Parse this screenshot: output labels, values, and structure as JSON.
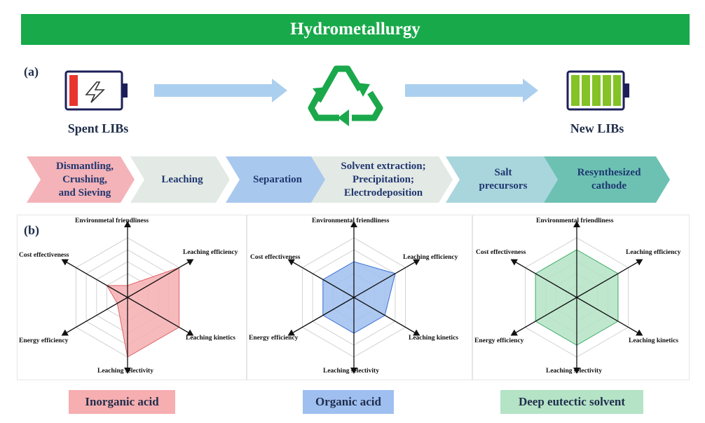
{
  "banner_title": "Hydrometallurgy",
  "label_a": "(a)",
  "label_b": "(b)",
  "spent_label": "Spent LIBs",
  "new_label": "New LIBs",
  "process_steps": [
    {
      "text": "Dismantling,\nCrushing,\nand Sieving",
      "color": "#f4b3b8"
    },
    {
      "text": "Leaching",
      "color": "#e3e9e4"
    },
    {
      "text": "Separation",
      "color": "#a9c8ee"
    },
    {
      "text": "Solvent extraction;\nPrecipitation;\nElectrodeposition",
      "color": "#e3e9e4"
    },
    {
      "text": "Salt\nprecursors",
      "color": "#a9d5dc"
    },
    {
      "text": "Resynthesized\ncathode",
      "color": "#6cc1b3"
    }
  ],
  "axis_labels": [
    "Environmetal friendliness",
    "Leaching efficiency",
    "Leaching kinetics",
    "Leaching selectivity",
    "Energy efficiency",
    "Cost effectiveness"
  ],
  "axis_labels_alt": [
    "Environmental friendliness",
    "Leaching efficiency",
    "Leaching kinetics",
    "Leaching selectivity",
    "Energy efficiency",
    "Cost effectiveness"
  ],
  "chart_data": [
    {
      "type": "radar",
      "name": "Inorganic acid",
      "axes": [
        "Environmetal friendliness",
        "Leaching efficiency",
        "Leaching kinetics",
        "Leaching selectivity",
        "Energy efficiency",
        "Cost effectiveness"
      ],
      "values": [
        1,
        5,
        5,
        5,
        1,
        2
      ],
      "max": 5,
      "fill": "#f6aeb0",
      "stroke": "#e06468"
    },
    {
      "type": "radar",
      "name": "Organic acid",
      "axes": [
        "Environmental friendliness",
        "Leaching efficiency",
        "Leaching kinetics",
        "Leaching selectivity",
        "Energy efficiency",
        "Cost effectiveness"
      ],
      "values": [
        3,
        4,
        3,
        3,
        3,
        3
      ],
      "max": 5,
      "fill": "#9fbff0",
      "stroke": "#3a6fd6"
    },
    {
      "type": "radar",
      "name": "Deep eutectic solvent",
      "axes": [
        "Environmental friendliness",
        "Leaching efficiency",
        "Leaching kinetics",
        "Leaching selectivity",
        "Energy efficiency",
        "Cost effectiveness"
      ],
      "values": [
        4,
        4,
        4,
        4,
        4,
        4
      ],
      "max": 5,
      "fill": "#b4e3c6",
      "stroke": "#3fae67"
    }
  ],
  "bottom_labels": [
    {
      "text": "Inorganic acid",
      "color": "#f6aeb0"
    },
    {
      "text": "Organic acid",
      "color": "#9fbff0"
    },
    {
      "text": "Deep eutectic solvent",
      "color": "#b4e3c6"
    }
  ]
}
